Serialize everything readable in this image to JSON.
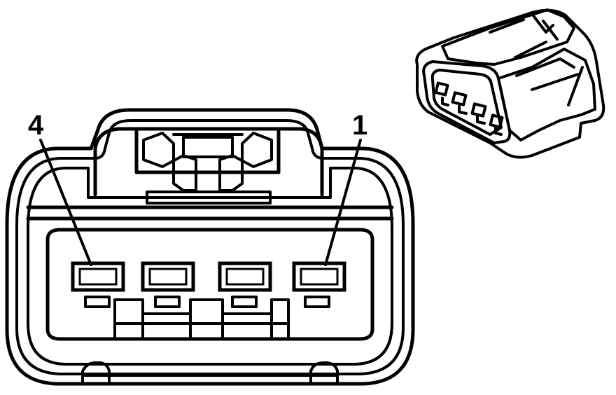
{
  "pin_labels": {
    "pin4": "4",
    "pin1": "1"
  },
  "colors": {
    "line": "#000000",
    "background": "#ffffff"
  },
  "views": [
    "connector-face-view",
    "connector-isometric-view"
  ]
}
